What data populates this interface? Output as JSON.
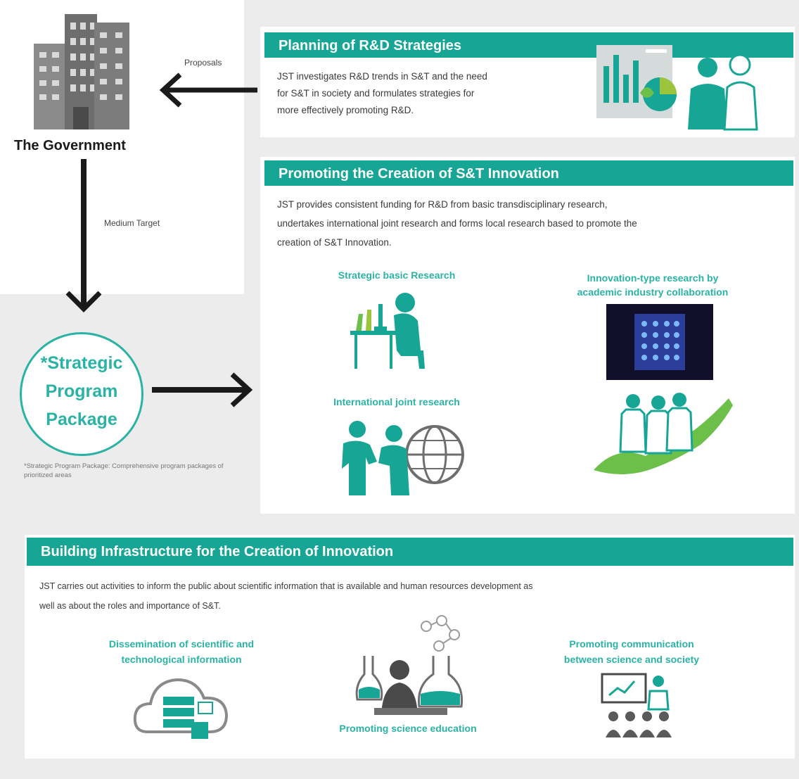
{
  "government": {
    "label": "The Government"
  },
  "arrows": {
    "proposals": "Proposals",
    "medium_target": "Medium Target"
  },
  "spp": {
    "line1": "*Strategic",
    "line2": "Program",
    "line3": "Package",
    "footnote": "*Strategic Program Package: Comprehensive program packages of prioritized areas"
  },
  "planning": {
    "title": "Planning of R&D Strategies",
    "line1": "JST investigates R&D trends in S&T and the need",
    "line2": "for S&T in society and formulates strategies for",
    "line3": "more effectively promoting R&D."
  },
  "promoting": {
    "title": "Promoting the Creation of S&T Innovation",
    "line1": "JST provides consistent funding for R&D from basic transdisciplinary research,",
    "line2": "undertakes international joint research and forms local research based to promote the",
    "line3": "creation of S&T Innovation.",
    "item_strategic": "Strategic basic Research",
    "item_innovation_1": "Innovation-type research by",
    "item_innovation_2": "academic industry collaboration",
    "item_international": "International joint research"
  },
  "infrastructure": {
    "title": "Building Infrastructure for the Creation of Innovation",
    "line1": "JST carries out activities to inform the public about scientific information that is available and human resources development as",
    "line2": "well as about the roles and importance of S&T.",
    "item_dissemination_1": "Dissemination of scientific and",
    "item_dissemination_2": "technological information",
    "item_education": "Promoting science education",
    "item_communication_1": "Promoting communication",
    "item_communication_2": "between science and society"
  },
  "colors": {
    "teal": "#17a596",
    "teal_text": "#2ab3a5",
    "background": "#ececec",
    "dark": "#1a1a1a"
  }
}
